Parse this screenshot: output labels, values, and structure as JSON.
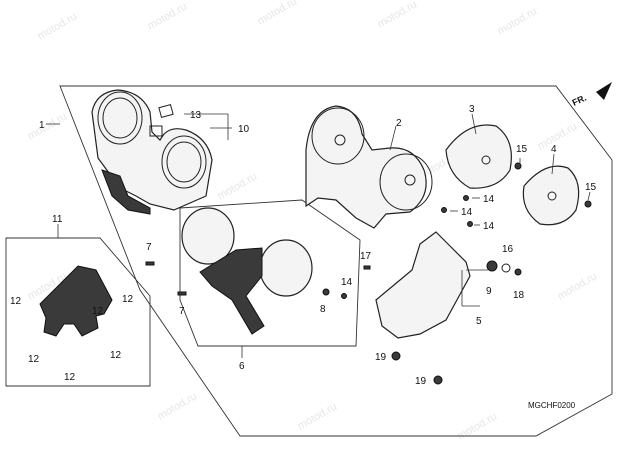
{
  "callouts": {
    "c1": "1",
    "c2": "2",
    "c3": "3",
    "c4": "4",
    "c5": "5",
    "c6": "6",
    "c7a": "7",
    "c7b": "7",
    "c8": "8",
    "c9": "9",
    "c10": "10",
    "c11": "11",
    "c12a": "12",
    "c12b": "12",
    "c12c": "12",
    "c12d": "12",
    "c12e": "12",
    "c12f": "12",
    "c13": "13",
    "c14a": "14",
    "c14b": "14",
    "c14c": "14",
    "c14d": "14",
    "c15a": "15",
    "c15b": "15",
    "c16": "16",
    "c17": "17",
    "c18": "18",
    "c19a": "19",
    "c19b": "19"
  },
  "direction_label": "FR.",
  "diagram_code": "MGCHF0200",
  "watermark": "motod.ru",
  "colors": {
    "ink": "#222222",
    "paper": "#ffffff",
    "watermark": "#c8c8c8"
  }
}
